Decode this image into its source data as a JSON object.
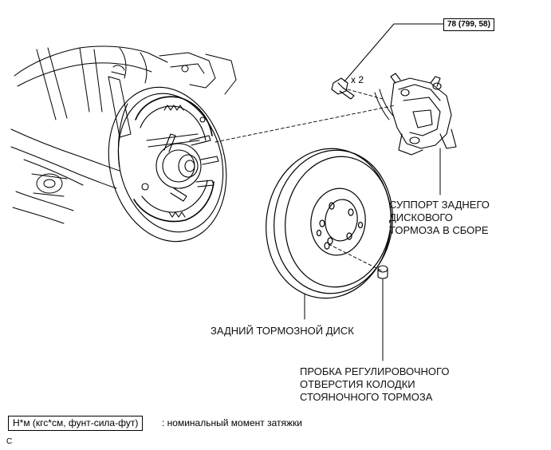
{
  "torque_spec": "78 (799, 58)",
  "bolt_qty": "x 2",
  "labels": {
    "caliper": "СУППОРТ ЗАДНЕГО\nДИСКОВОГО\nТОРМОЗА В СБОРЕ",
    "disc": "ЗАДНИЙ ТОРМОЗНОЙ ДИСК",
    "plug": "ПРОБКА РЕГУЛИРОВОЧНОГО\nОТВЕРСТИЯ КОЛОДКИ\nСТОЯНОЧНОГО ТОРМОЗА"
  },
  "legend": {
    "unit": "Н*м (кгс*см, фунт-сила-фут)",
    "description": ": номинальный момент затяжки"
  },
  "corner_mark": "C"
}
